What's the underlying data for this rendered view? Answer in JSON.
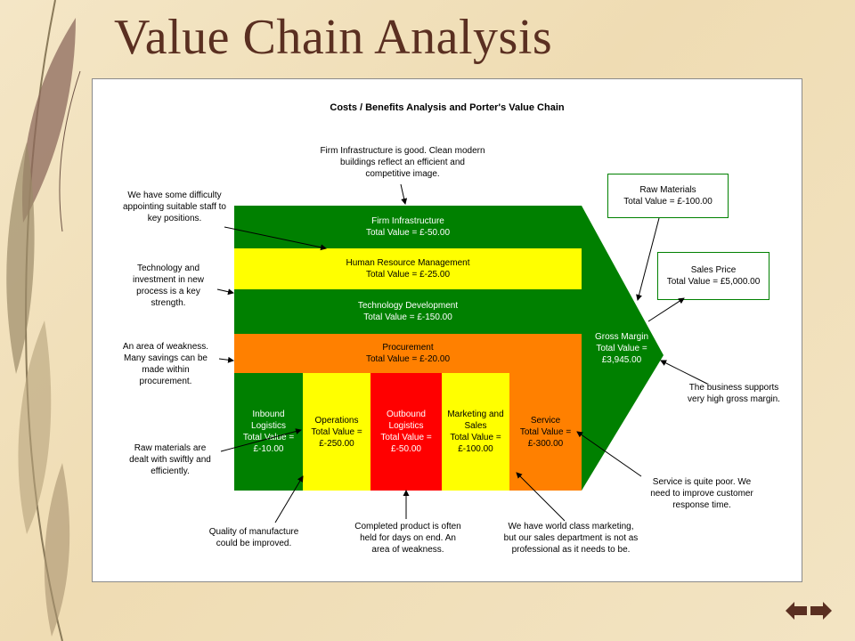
{
  "slide": {
    "title": "Value Chain Analysis"
  },
  "diagram": {
    "title": "Costs / Benefits Analysis and Porter's Value Chain",
    "support": {
      "infra": {
        "label": "Firm Infrastructure",
        "value": "Total Value = £-50.00"
      },
      "hrm": {
        "label": "Human Resource Management",
        "value": "Total Value = £-25.00"
      },
      "tech": {
        "label": "Technology Development",
        "value": "Total Value = £-150.00"
      },
      "proc": {
        "label": "Procurement",
        "value": "Total Value = £-20.00"
      }
    },
    "primary": {
      "inbound": {
        "l1": "Inbound",
        "l2": "Logistics",
        "l3": "Total Value =",
        "l4": "£-10.00"
      },
      "ops": {
        "l1": "Operations",
        "l2": "Total Value =",
        "l3": "£-250.00"
      },
      "outbound": {
        "l1": "Outbound",
        "l2": "Logistics",
        "l3": "Total Value =",
        "l4": "£-50.00"
      },
      "marketing": {
        "l1": "Marketing and",
        "l2": "Sales",
        "l3": "Total Value =",
        "l4": "£-100.00"
      },
      "service": {
        "l1": "Service",
        "l2": "Total Value =",
        "l3": "£-300.00"
      }
    },
    "margin": {
      "l1": "Gross Margin",
      "l2": "Total Value =",
      "l3": "£3,945.00"
    },
    "raw": {
      "l1": "Raw Materials",
      "l2": "Total Value = £-100.00"
    },
    "sales": {
      "l1": "Sales Price",
      "l2": "Total Value = £5,000.00"
    },
    "notes": {
      "infra": {
        "l1": "Firm Infrastructure is good. Clean modern",
        "l2": "buildings reflect an efficient and",
        "l3": "competitive image."
      },
      "staff": {
        "l1": "We have some difficulty",
        "l2": "appointing suitable staff to",
        "l3": "key positions."
      },
      "tech": {
        "l1": "Technology and",
        "l2": "investment in new",
        "l3": "process is a key",
        "l4": "strength."
      },
      "proc": {
        "l1": "An area of weakness.",
        "l2": "Many savings can be",
        "l3": "made within",
        "l4": "procurement."
      },
      "raw": {
        "l1": "Raw materials are",
        "l2": "dealt with swiftly and",
        "l3": "efficiently."
      },
      "quality": {
        "l1": "Quality of manufacture",
        "l2": "could be improved."
      },
      "held": {
        "l1": "Completed product is often",
        "l2": "held for days on end. An",
        "l3": "area of weakness."
      },
      "marketing": {
        "l1": "We have world class marketing,",
        "l2": "but our sales department is not as",
        "l3": "professional as it needs to be."
      },
      "service": {
        "l1": "Service is quite poor. We",
        "l2": "need to improve customer",
        "l3": "response time."
      },
      "margin": {
        "l1": "The business supports",
        "l2": "very high gross margin."
      }
    }
  },
  "nav": {
    "prev_icon": "arrow-left-icon",
    "next_icon": "arrow-right-icon"
  },
  "colors": {
    "green": "#008000",
    "yellow": "#ffff00",
    "orange": "#ff8000",
    "red": "#ff0000",
    "title": "#5a2f21"
  }
}
